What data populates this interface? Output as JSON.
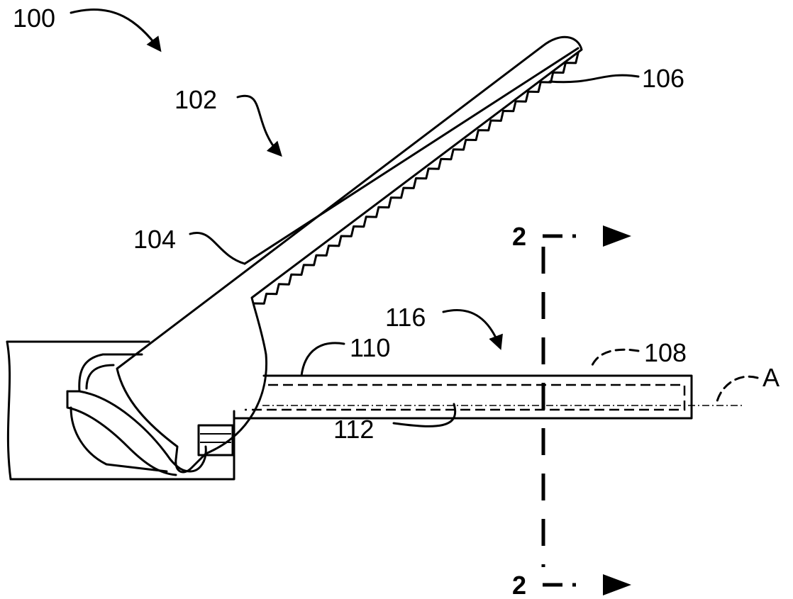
{
  "labels": {
    "ref_100": "100",
    "ref_102": "102",
    "ref_104": "104",
    "ref_106": "106",
    "ref_108": "108",
    "ref_110": "110",
    "ref_112": "112",
    "ref_116": "116",
    "axis_a": "A",
    "section_top": "2",
    "section_bottom": "2"
  }
}
